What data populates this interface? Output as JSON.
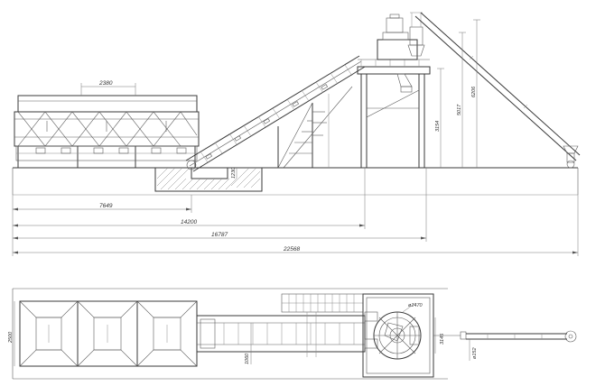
{
  "elevation": {
    "dimensions": {
      "hopper_width": "2380",
      "pit_depth": "1230",
      "mixer_platform_height": "3154",
      "discharge_height": "5017",
      "total_height": "6206",
      "d_7649": "7649",
      "d_14200": "14200",
      "d_16787": "16787",
      "d_22568": "22568"
    }
  },
  "plan": {
    "dimensions": {
      "bin_width": "2500",
      "belt_width": "1060",
      "mixer_diameter": "ø1470",
      "silo_offset": "3145",
      "screw_diameter": "ø152"
    }
  }
}
